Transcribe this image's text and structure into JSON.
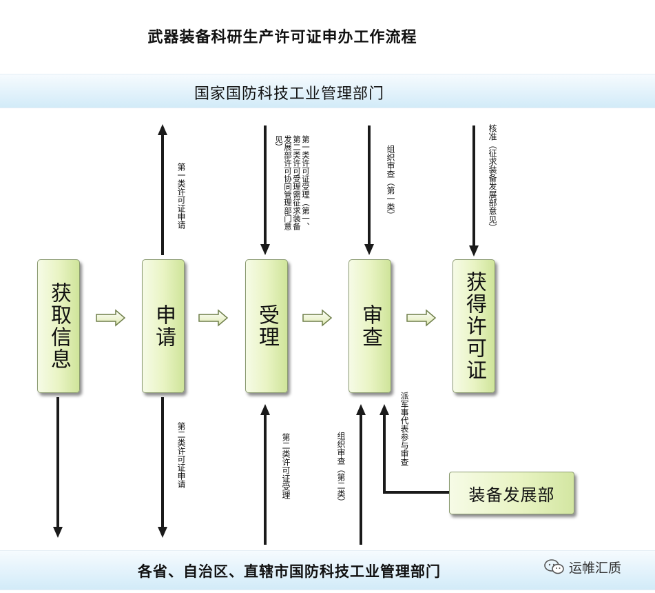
{
  "title": "武器装备科研生产许可证申办工作流程",
  "top_department": "国家国防科技工业管理部门",
  "bottom_department": "各省、自治区、直辖市国防科技工业管理部门",
  "steps": [
    {
      "label": "获取信息"
    },
    {
      "label": "申请"
    },
    {
      "label": "受理"
    },
    {
      "label": "审查"
    },
    {
      "label": "获得许可证"
    }
  ],
  "side_department": "装备发展部",
  "annotations": {
    "apply_class1": "第一类许可证申请",
    "apply_class2": "第二类许可证申请",
    "accept_class1_a": "第一类许可证受理（第一、第二类许可受理需征求装备发展部许可协同管理部门意见）",
    "accept_class2": "第二类许可证受理",
    "review_class1": "组织审查（第一类）",
    "review_class2": "组织审查（第二类）",
    "review_military": "派军事代表参与审查",
    "approve": "核准（征求装备发展部意见）"
  },
  "watermark": "运帷汇质",
  "colors": {
    "box_fill": "#e9f4c4",
    "band_fill": "#e2f2fb",
    "arrow": "#1a1a1a"
  }
}
